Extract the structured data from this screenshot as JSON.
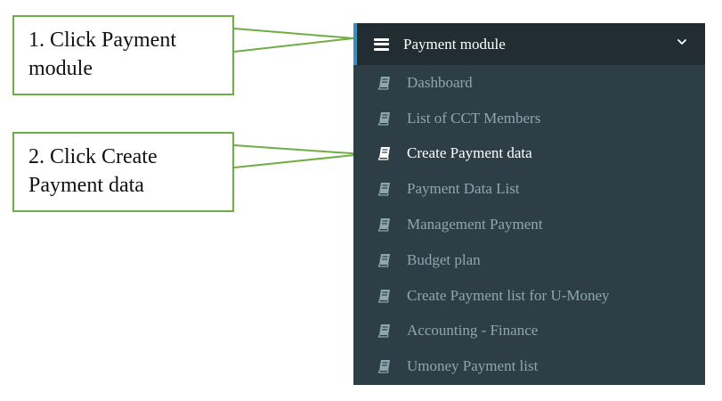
{
  "callouts": [
    {
      "text": "1. Click Payment module"
    },
    {
      "text": "2. Click Create Payment data"
    }
  ],
  "sidebar": {
    "module": {
      "label": "Payment module",
      "icon": "hamburger-icon",
      "toggle_icon": "chevron-down-icon"
    },
    "items": [
      {
        "label": "Dashboard",
        "icon": "book-icon",
        "active": false
      },
      {
        "label": "List of CCT Members",
        "icon": "book-icon",
        "active": false
      },
      {
        "label": "Create Payment data",
        "icon": "book-icon",
        "active": true
      },
      {
        "label": "Payment Data List",
        "icon": "book-icon",
        "active": false
      },
      {
        "label": "Management Payment",
        "icon": "book-icon",
        "active": false
      },
      {
        "label": "Budget plan",
        "icon": "book-icon",
        "active": false
      },
      {
        "label": "Create Payment list for U-Money",
        "icon": "book-icon",
        "active": false
      },
      {
        "label": "Accounting - Finance",
        "icon": "book-icon",
        "active": false
      },
      {
        "label": "Umoney Payment list",
        "icon": "book-icon",
        "active": false
      }
    ]
  },
  "colors": {
    "callout_border": "#70ad47",
    "sidebar_bg": "#2e3e46",
    "header_bg": "#212c33",
    "header_accent": "#3c8dbc",
    "item_text": "#8fa6b0",
    "item_text_active": "#ffffff"
  }
}
